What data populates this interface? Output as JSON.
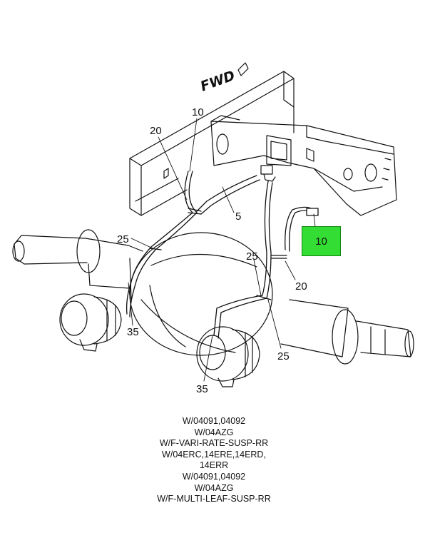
{
  "direction_label": "FWD",
  "callouts": {
    "c10_top": "10",
    "c20_left": "20",
    "c5": "5",
    "c25_left": "25",
    "c35_left": "35",
    "c10_highlight": "10",
    "c25_right": "25",
    "c20_right": "20",
    "c25_bottom": "25",
    "c35_bottom": "35"
  },
  "highlight_color": "#33dd33",
  "notes": [
    "W/04091,04092",
    "W/04AZG",
    "W/F-VARI-RATE-SUSP-RR",
    "W/04ERC,14ERE,14ERD,",
    "14ERR",
    "W/04091,04092",
    "W/04AZG",
    "W/F-MULTI-LEAF-SUSP-RR"
  ]
}
